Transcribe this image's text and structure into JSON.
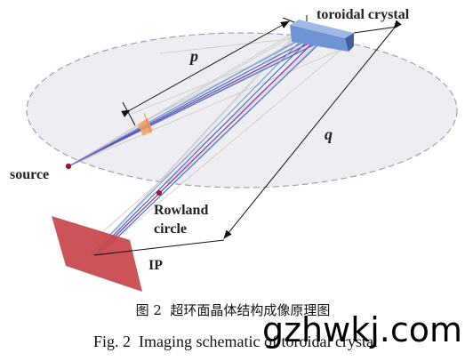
{
  "labels": {
    "crystal": "toroidal crystal",
    "p": "p",
    "q": "q",
    "source": "source",
    "rowland_line1": "Rowland",
    "rowland_line2": "circle",
    "ip": "IP"
  },
  "caption": {
    "chinese": "图 2  超环面晶体结构成像原理图",
    "english": "Fig. 2  Imaging schematic of toroidal crystal"
  },
  "watermark": "gzhwkj.com",
  "colors": {
    "circle_fill": "#eeeef2",
    "circle_edge": "#9aa3b2",
    "crystal_top": "#7aa0d8",
    "crystal_side": "#3f5f9f",
    "ray_blue": "#3f6fcf",
    "ray_purple": "#8a3fa0",
    "ray_grey": "#c8c8c8",
    "filter_orange": "#f0a060",
    "ip_red": "#c8444a",
    "point_red": "#a01530",
    "arrow_black": "#111111"
  }
}
